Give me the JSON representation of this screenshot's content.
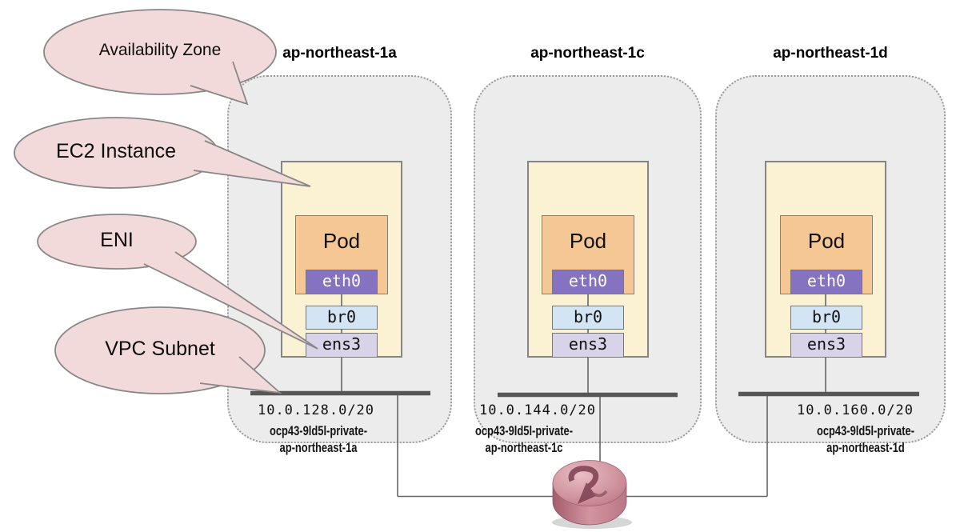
{
  "callouts": {
    "availability_zone": "Availability Zone",
    "ec2_instance": "EC2 Instance",
    "eni": "ENI",
    "vpc_subnet": "VPC Subnet"
  },
  "zones": [
    {
      "title": "ap-northeast-1a",
      "pod": "Pod",
      "pod_interface": "eth0",
      "bridge": "br0",
      "host_interface": "ens3",
      "subnet_cidr": "10.0.128.0/20",
      "subnet_name_line1": "ocp43-9ld5l-private-",
      "subnet_name_line2": "ap-northeast-1a"
    },
    {
      "title": "ap-northeast-1c",
      "pod": "Pod",
      "pod_interface": "eth0",
      "bridge": "br0",
      "host_interface": "ens3",
      "subnet_cidr": "10.0.144.0/20",
      "subnet_name_line1": "ocp43-9ld5l-private-",
      "subnet_name_line2": "ap-northeast-1c"
    },
    {
      "title": "ap-northeast-1d",
      "pod": "Pod",
      "pod_interface": "eth0",
      "bridge": "br0",
      "host_interface": "ens3",
      "subnet_cidr": "10.0.160.0/20",
      "subnet_name_line1": "ocp43-9ld5l-private-",
      "subnet_name_line2": "ap-northeast-1d"
    }
  ],
  "icons": {
    "router": "router-icon"
  },
  "colors": {
    "callout_fill": "#f3dada",
    "callout_stroke": "#878787",
    "az_fill": "#ececec",
    "az_border": "#9a9a9a",
    "ec2_fill": "#fbf1d3",
    "pod_fill": "#f5c795",
    "eth0_fill": "#8573c1",
    "br0_fill": "#d3e4f5",
    "ens3_fill": "#d9d3e9",
    "subnet_bar": "#565656",
    "connector_line": "#666666",
    "router_pink": "#c98a96",
    "router_arrow": "#7d4050"
  }
}
